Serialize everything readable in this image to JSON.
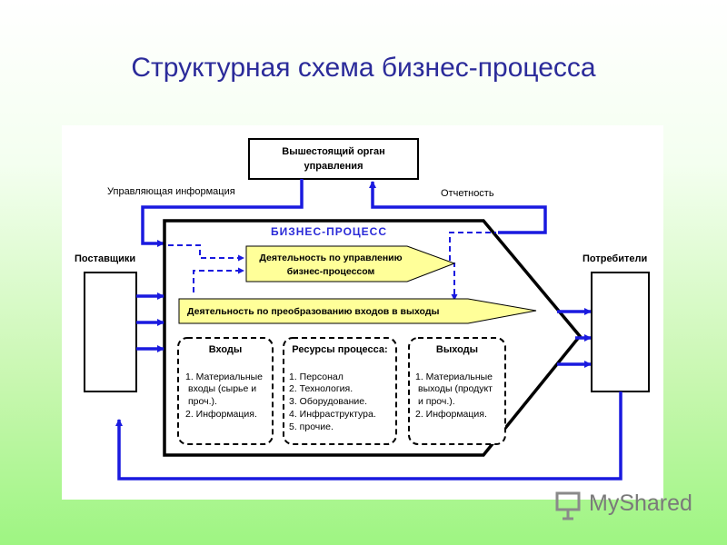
{
  "title": "Структурная схема бизнес-процесса",
  "diagram": {
    "top_box": [
      "Вышестоящий орган",
      "управления"
    ],
    "control_info_label": "Управляющая информация",
    "report_label": "Отчетность",
    "process_title": "БИЗНЕС-ПРОЦЕСС",
    "suppliers_label": "Поставщики",
    "consumers_label": "Потребители",
    "management_activity": [
      "Деятельность по управлению",
      "бизнес-процессом"
    ],
    "transformation_activity": "Деятельность по преобразованию входов в выходы",
    "inputs": {
      "title": "Входы",
      "lines": [
        "1. Материальные",
        "входы (сырье и",
        "проч.).",
        "2. Информация."
      ]
    },
    "resources": {
      "title": "Ресурсы процесса:",
      "lines": [
        "1. Персонал",
        "2. Технология.",
        "3. Оборудование.",
        "4. Инфраструктура.",
        "5. прочие."
      ]
    },
    "outputs": {
      "title": "Выходы",
      "lines": [
        "1. Материальные",
        "выходы (продукт",
        "и проч.).",
        "2. Информация."
      ]
    }
  },
  "watermark": "MyShared",
  "colors": {
    "title": "#2b2b9a",
    "arrow_blue": "#1a1adf",
    "process_title": "#2a2ad8",
    "activity_fill": "#ffff99"
  }
}
